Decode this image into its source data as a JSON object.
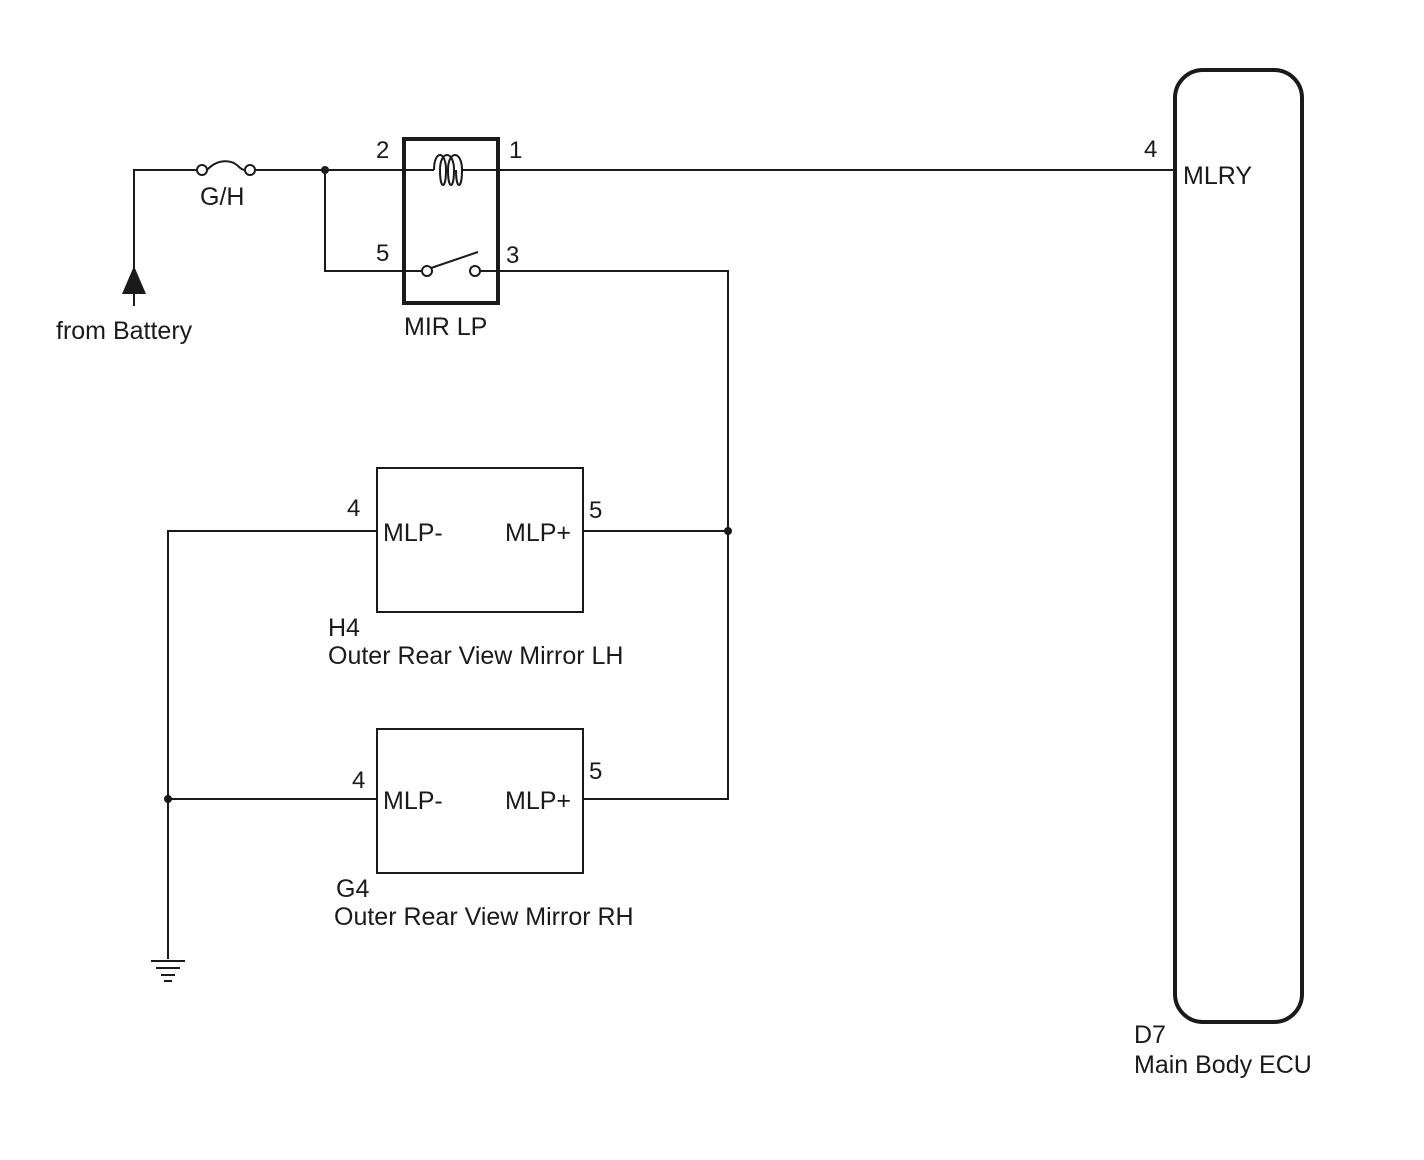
{
  "battery": {
    "label": "from Battery"
  },
  "fuse": {
    "label": "G/H"
  },
  "relay": {
    "label": "MIR LP",
    "pins": {
      "coil_in": "2",
      "coil_out": "1",
      "switch_in": "5",
      "switch_out": "3"
    }
  },
  "ecu": {
    "connector": "D7",
    "name": "Main Body ECU",
    "pin": "4",
    "terminal": "MLRY"
  },
  "mirror_lh": {
    "connector": "H4",
    "name": "Outer Rear View Mirror LH",
    "pin_neg": "4",
    "pin_pos": "5",
    "term_neg": "MLP-",
    "term_pos": "MLP+"
  },
  "mirror_rh": {
    "connector": "G4",
    "name": "Outer Rear View Mirror RH",
    "pin_neg": "4",
    "pin_pos": "5",
    "term_neg": "MLP-",
    "term_pos": "MLP+"
  }
}
